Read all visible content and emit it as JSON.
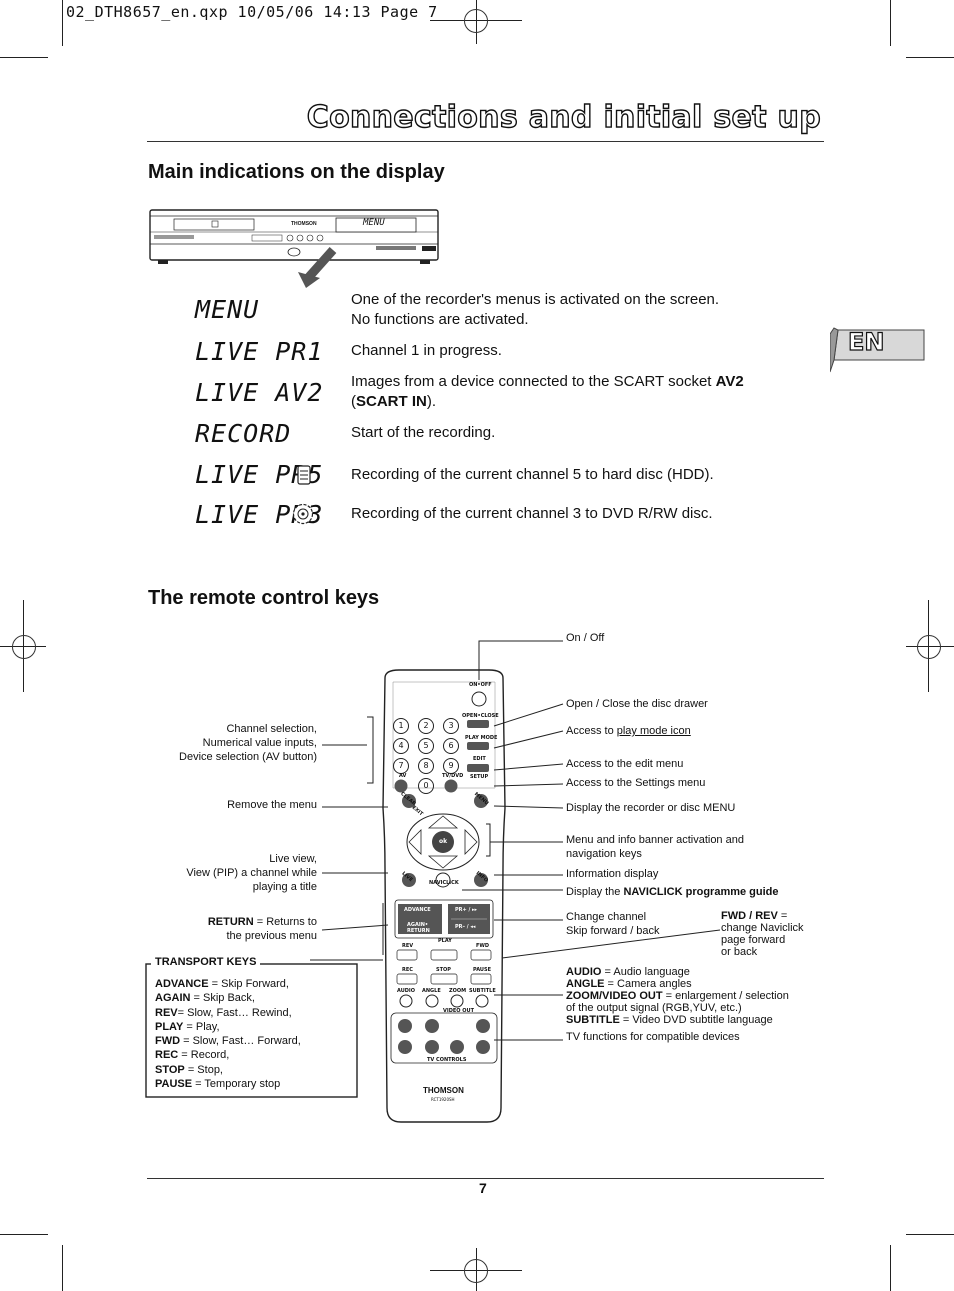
{
  "header": {
    "file_line": "02_DTH8657_en.qxp  10/05/06  14:13  Page 7"
  },
  "page": {
    "title": "Connections and initial set up",
    "number": "7"
  },
  "lang_tab": {
    "label": "EN"
  },
  "display_section": {
    "heading": "Main indications on the display",
    "device_display_text": "MENU",
    "brand": "THOMSON",
    "rows": [
      {
        "lcd": "MENU",
        "desc_line1": "One of the recorder's menus is activated on the screen.",
        "desc_line2": "No functions are activated."
      },
      {
        "lcd": "LIVE PR1",
        "desc_line1": "Channel 1 in progress."
      },
      {
        "lcd": "LIVE AV2",
        "desc_pre": "Images from a device connected to the SCART socket ",
        "desc_bold1": "AV2",
        "desc_mid": "(",
        "desc_bold2": "SCART IN",
        "desc_post": ")."
      },
      {
        "lcd": "RECORD",
        "desc_line1": "Start of the recording."
      },
      {
        "lcd": "LIVE PR5",
        "icon": "hdd-icon",
        "desc_line1": "Recording of the current channel 5 to hard disc (HDD)."
      },
      {
        "lcd": "LIVE PR3",
        "icon": "dvd-disc-icon",
        "desc_line1": "Recording of the current channel 3 to DVD R/RW disc."
      }
    ]
  },
  "remote_section": {
    "heading": "The remote control keys",
    "remote": {
      "on_off": "ON•OFF",
      "open_close": "OPEN•CLOSE",
      "play_mode": "PLAY MODE",
      "edit": "EDIT",
      "setup": "SETUP",
      "av": "AV",
      "tv_dvd": "TV/DVD",
      "clear": "CLEAR",
      "exit": "EXIT",
      "menu": "MENU",
      "ok": "ok",
      "live": "LIVE",
      "naviclick": "NAVICLICK",
      "info": "INFO",
      "advance": "ADVANCE",
      "again_return": "AGAIN• RETURN",
      "pr_plus": "PR+ / ▸▸",
      "pr_minus": "PR– / ◂◂",
      "rev": "REV",
      "play": "PLAY",
      "fwd": "FWD",
      "rec": "REC",
      "stop": "STOP",
      "pause": "PAUSE",
      "audio": "AUDIO",
      "angle": "ANGLE",
      "zoom": "ZOOM",
      "subtitle": "SUBTITLE",
      "video_out": "VIDEO OUT",
      "tv_controls": "TV CONTROLS",
      "brand": "THOMSON",
      "model": "RCT1920SH",
      "digits": [
        "1",
        "2",
        "3",
        "4",
        "5",
        "6",
        "7",
        "8",
        "9",
        "0"
      ]
    },
    "left_labels": {
      "channel_selection_1": "Channel selection,",
      "channel_selection_2": "Numerical value inputs,",
      "channel_selection_3": "Device selection (AV button)",
      "remove_menu": "Remove the menu",
      "live_1": "Live view,",
      "live_2": "View (PIP) a channel while",
      "live_3": "playing a title",
      "return_bold": "RETURN",
      "return_rest": " = Returns to",
      "return_2": "the previous menu"
    },
    "transport_keys": {
      "title": "TRANSPORT KEYS",
      "items": [
        {
          "key": "ADVANCE",
          "text": " = Skip Forward,"
        },
        {
          "key": "AGAIN",
          "text": " = Skip Back,"
        },
        {
          "key": "REV",
          "text": "= Slow, Fast… Rewind,"
        },
        {
          "key": "PLAY",
          "text": " = Play,"
        },
        {
          "key": "FWD",
          "text": " = Slow, Fast… Forward,"
        },
        {
          "key": "REC",
          "text": " = Record,"
        },
        {
          "key": "STOP",
          "text": " = Stop,"
        },
        {
          "key": "PAUSE",
          "text": " = Temporary stop"
        }
      ]
    },
    "right_labels": {
      "on_off": "On / Off",
      "open_close": "Open / Close the disc drawer",
      "access_pre": "Access to ",
      "access_link": "play mode icon",
      "edit_menu": "Access to the edit menu",
      "settings_menu": "Access to the Settings menu",
      "display_menu": "Display the recorder or disc MENU",
      "nav_1": "Menu and info banner activation and",
      "nav_2": "navigation keys",
      "info_display": "Information display",
      "naviclick_pre": "Display the ",
      "naviclick_bold": "NAVICLICK programme guide",
      "change_channel": "Change channel",
      "skip": "Skip forward / back",
      "fwd_rev_bold": "FWD / REV",
      "fwd_rev_rest": " =",
      "fwd_rev_2": "change Naviclick",
      "fwd_rev_3": "page forward",
      "fwd_rev_4": "or back",
      "audio_bold": "AUDIO",
      "audio_rest": " = Audio language",
      "angle_bold": "ANGLE",
      "angle_rest": " = Camera angles",
      "zoom_bold": "ZOOM/VIDEO OUT",
      "zoom_rest": " = enlargement / selection",
      "zoom_2": "of the output signal (RGB,YUV, etc.)",
      "subtitle_bold": "SUBTITLE",
      "subtitle_rest": " = Video DVD subtitle language",
      "tv_functions": "TV functions for compatible devices"
    }
  }
}
